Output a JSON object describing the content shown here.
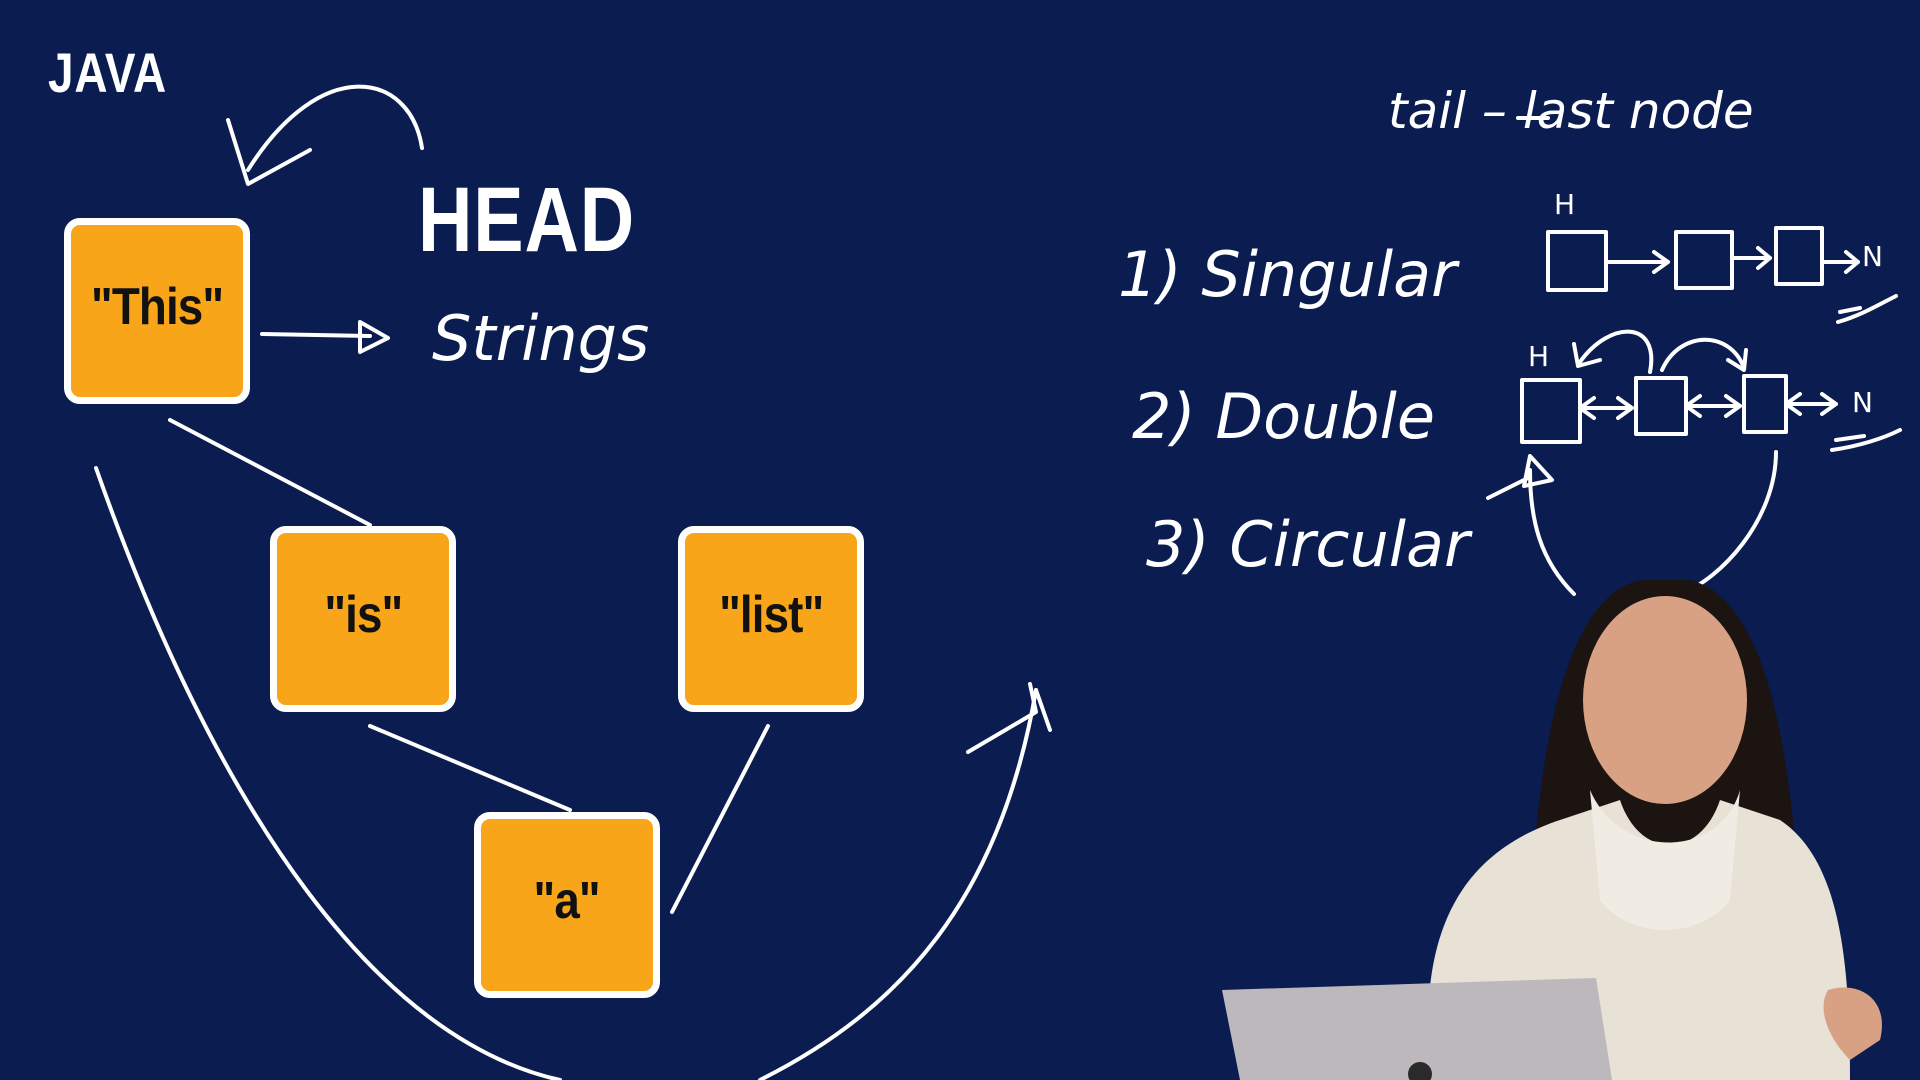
{
  "colors": {
    "background": "#0a1c50",
    "node_fill": "#f8a519",
    "node_border": "#ffffff",
    "ink": "#ffffff"
  },
  "labels": {
    "java": "JAVA",
    "head": "HEAD",
    "strings": "Strings",
    "tail_note": "tail – last node"
  },
  "nodes": [
    {
      "text": "\"This\""
    },
    {
      "text": "\"is\""
    },
    {
      "text": "\"list\""
    },
    {
      "text": "\"a\""
    }
  ],
  "types": [
    {
      "label": "1)  Singular"
    },
    {
      "label": "2)  Double"
    },
    {
      "label": "3)  Circular"
    }
  ],
  "diagram_marks": {
    "head": "H",
    "null": "N"
  }
}
